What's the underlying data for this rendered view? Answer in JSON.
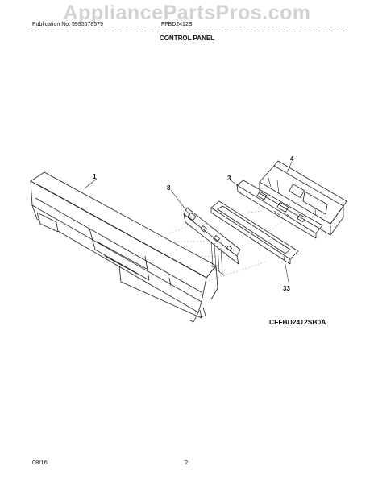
{
  "header": {
    "watermark": "AppliancePartsPros.com",
    "publication": "Publication No: 5995678579",
    "model": "FFBD2412S",
    "section_title": "CONTROL PANEL"
  },
  "diagram": {
    "code": "CFFBD2412SB0A",
    "callouts": {
      "panel": "1",
      "board": "3",
      "housing": "4",
      "keypad": "8",
      "gasket": "33"
    }
  },
  "footer": {
    "date": "08/16",
    "page": "2"
  }
}
